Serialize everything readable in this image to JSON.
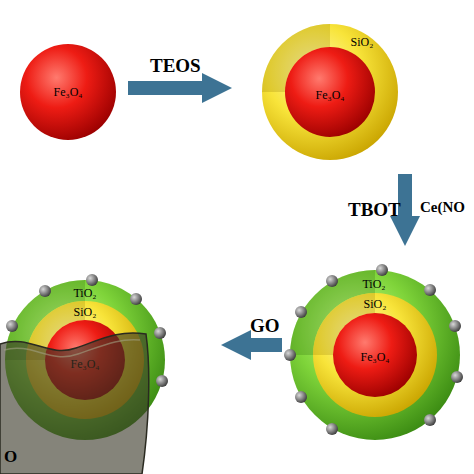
{
  "diagram": {
    "nodes": [
      {
        "text": [
          "Fe₃O₄"
        ]
      },
      {
        "text": [
          "SiO₂"
        ]
      },
      {
        "text": [
          "Fe₃O₄"
        ],
        "in": 1
      },
      {
        "text": [
          "TiO₂"
        ]
      },
      {
        "text": [
          "SiO₂"
        ],
        "in": 3
      },
      {
        "text": [
          "Fe₃O₄"
        ],
        "in": 4
      },
      {
        "text": [
          "TiO₂"
        ]
      },
      {
        "text": [
          "SiO₂"
        ],
        "in": 6
      },
      {
        "text": [
          "Fe₃O₄"
        ],
        "in": 7
      },
      {
        "text": [
          "O"
        ]
      }
    ],
    "edges": [
      {
        "from": 0,
        "to": 1,
        "arrow": "to",
        "label": "TEOS"
      },
      {
        "from": 1,
        "to": 3,
        "arrow": "to",
        "label": "TBOT"
      },
      {
        "from": 3,
        "to": 6,
        "arrow": "to",
        "label": "GO"
      }
    ],
    "labels": [
      "Ce(NO"
    ]
  }
}
